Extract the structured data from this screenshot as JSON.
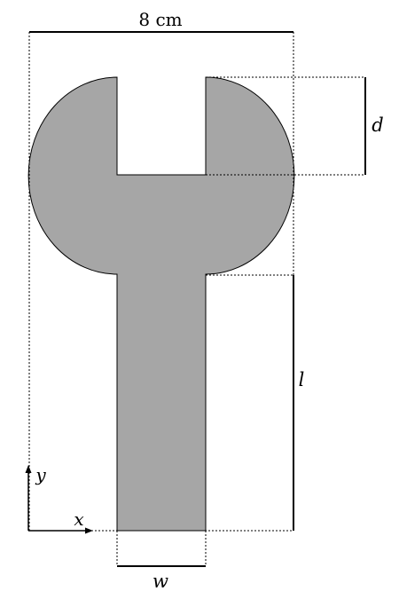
{
  "figure": {
    "width_label": "8 cm",
    "dim_d": "d",
    "dim_l": "l",
    "dim_w": "w",
    "axis_x": "x",
    "axis_y": "y"
  },
  "colors": {
    "fill": "#a6a6a6",
    "stroke": "#000000"
  }
}
